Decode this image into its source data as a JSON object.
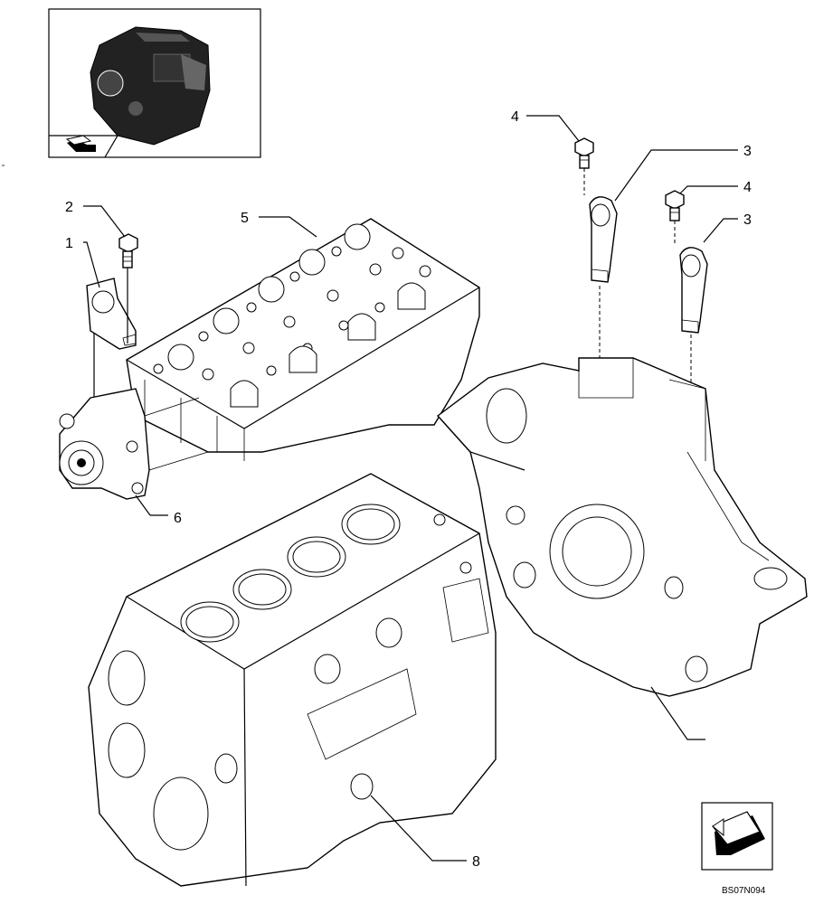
{
  "callouts": [
    {
      "id": "c1",
      "text": "1"
    },
    {
      "id": "c2",
      "text": "2"
    },
    {
      "id": "c3a",
      "text": "3"
    },
    {
      "id": "c3b",
      "text": "3"
    },
    {
      "id": "c4a",
      "text": "4"
    },
    {
      "id": "c4b",
      "text": "4"
    },
    {
      "id": "c5",
      "text": "5"
    },
    {
      "id": "c6",
      "text": "6"
    },
    {
      "id": "c8",
      "text": "8"
    }
  ],
  "figure_code": "BS07N094",
  "icons": {
    "thumbnail": "engine-thumbnail-icon",
    "navigation": "arrow-navigation-icon",
    "thumbnail_nav": "back-arrow-icon"
  }
}
